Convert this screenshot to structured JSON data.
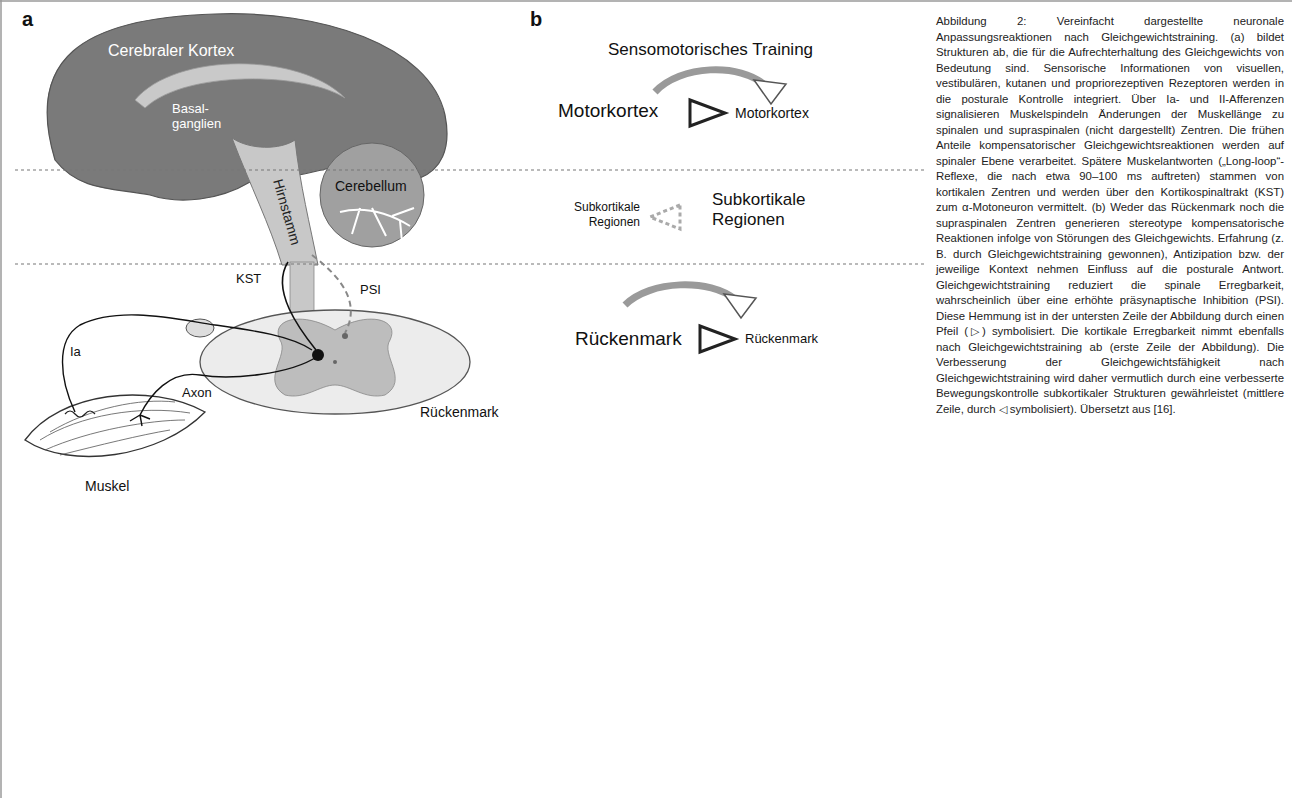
{
  "diagram": {
    "caption": "Abbildung 2: Vereinfacht dargestellte neuronale Anpassungsreaktionen nach Gleichgewichtstraining. (a) bildet Strukturen ab, die für die Aufrechterhaltung des Gleichgewichts von Bedeutung sind. Sensorische Informationen von visuellen, vestibulären, kutanen und propriorezeptiven Rezeptoren werden in die posturale Kontrolle integriert. Über Ia- und II-Afferenzen signalisieren Muskelspindeln Änderungen der Muskellänge zu spinalen und supraspinalen (nicht dargestellt) Zentren. Die frühen Anteile kompensatorischer Gleichgewichtsreaktionen werden auf spinaler Ebene verarbeitet. Spätere Muskelantworten („Long-loop“-Reflexe, die nach etwa 90–100 ms auftreten) stammen von kortikalen Zentren und werden über den Kortikospinaltrakt (KST) zum α-Motoneuron vermittelt. (b) Weder das Rückenmark noch die supraspinalen Zentren generieren stereotype kompensatorische Reaktionen infolge von Störungen des Gleichgewichts. Erfahrung (z. B. durch Gleichgewichtstraining gewonnen), Antizipation bzw. der jeweilige Kontext nehmen Einfluss auf die posturale Antwort. Gleichgewichtstraining reduziert die spinale Erregbarkeit, wahrscheinlich über eine erhöhte präsynaptische Inhibition (PSI). Diese Hemmung ist in der untersten Zeile der Abbildung durch einen Pfeil (▷) symbolisiert. Die kortikale Erregbarkeit nimmt ebenfalls nach Gleichgewichtstraining ab (erste Zeile der Abbildung). Die Verbesserung der Gleichgewichtsfähigkeit nach Gleichgewichtstraining wird daher vermutlich durch eine verbesserte Bewegungskontrolle subkortikaler Strukturen gewährleistet (mittlere Zeile, durch ◁ symbolisiert). Übersetzt aus [16].",
    "labels": [
      "a",
      "Cerebraler Kortex",
      "Basal- ganglien",
      "Hirnstamm",
      "Cerebellum",
      "KST",
      "PSI",
      "Ia",
      "Axon",
      "Muskel",
      "Rückenmark",
      "b",
      "Sensomotorisches Training",
      "Motorkortex",
      "Motorkortex",
      "Subkortikale Regionen",
      "Subkortikale Regionen",
      "Rückenmark",
      "Rückenmark"
    ]
  }
}
